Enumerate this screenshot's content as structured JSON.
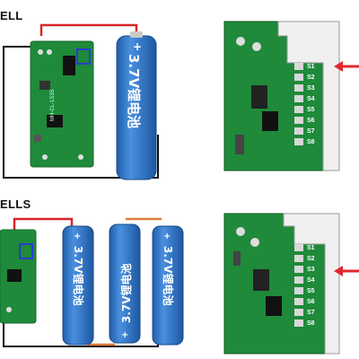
{
  "section1": {
    "heading": "ELL"
  },
  "section2": {
    "heading": "ELLS"
  },
  "battery": {
    "label": "3.7V锂电池",
    "plus": "+",
    "minus": "−"
  },
  "module": {
    "silkscreen": "MH-CL-1S3S"
  },
  "closeup": {
    "pins": [
      "S1",
      "S2",
      "S3",
      "S4",
      "S5",
      "S6",
      "S7",
      "S8"
    ]
  },
  "colors": {
    "pcb": "#1e8a3a",
    "battery": "#2f74c9",
    "wire_red": "#d9262a",
    "wire_black": "#111111",
    "arrow": "#e0282e"
  }
}
